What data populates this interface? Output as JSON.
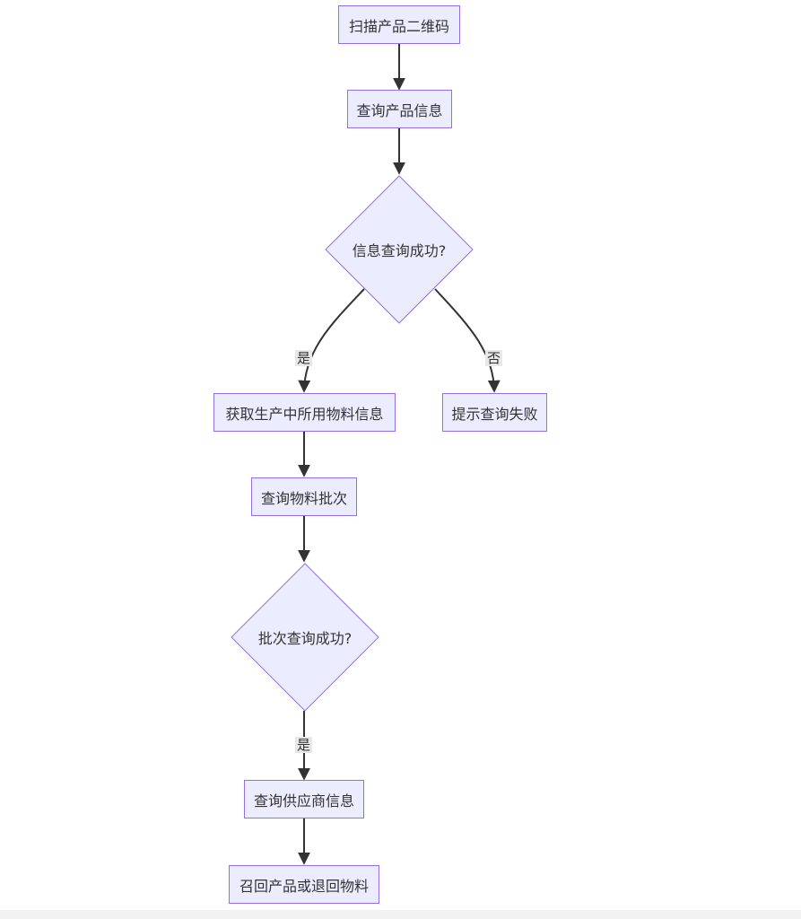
{
  "nodes": {
    "scan": "扫描产品二维码",
    "query_product": "查询产品信息",
    "info_decision": "信息查询成功?",
    "get_materials": "获取生产中所用物料信息",
    "fail_prompt": "提示查询失败",
    "query_batch": "查询物料批次",
    "batch_decision": "批次查询成功?",
    "query_supplier": "查询供应商信息",
    "recall": "召回产品或退回物料"
  },
  "edge_labels": {
    "info_yes": "是",
    "info_no": "否",
    "batch_yes": "是"
  },
  "colors": {
    "node_fill": "#ececff",
    "node_stroke": "#9370db",
    "edge": "#333333",
    "label_bg": "#e8e8e8"
  }
}
